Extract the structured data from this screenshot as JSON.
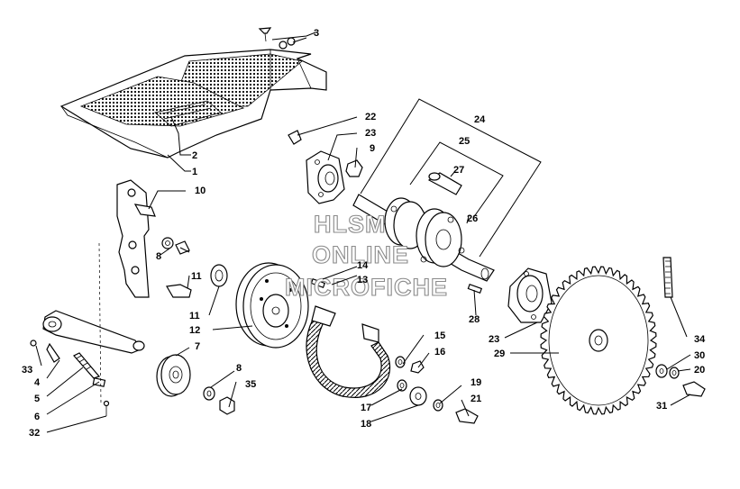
{
  "callouts": [
    "1",
    "2",
    "3",
    "4",
    "5",
    "6",
    "7",
    "8",
    "8",
    "9",
    "10",
    "11",
    "12",
    "13",
    "14",
    "15",
    "16",
    "17",
    "18",
    "19",
    "20",
    "20",
    "21",
    "22",
    "23",
    "23",
    "24",
    "25",
    "26",
    "27",
    "28",
    "29",
    "30",
    "31",
    "32",
    "33",
    "34",
    "35"
  ],
  "watermark": [
    "HLSM",
    "ONLINE",
    "MICROFICHE"
  ],
  "colors": {
    "line": "#000000",
    "paper": "#ffffff",
    "watermark": "#8a8a8a"
  }
}
